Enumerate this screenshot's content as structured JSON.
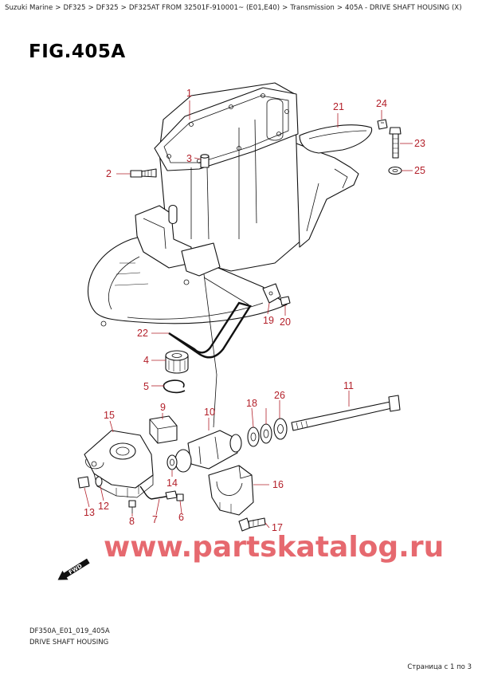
{
  "breadcrumb": [
    {
      "label": "Suzuki Marine"
    },
    {
      "label": "DF325"
    },
    {
      "label": "DF325"
    },
    {
      "label": "DF325AT FROM 32501F-910001~  (E01,E40)"
    },
    {
      "label": "Transmission"
    },
    {
      "label": "405A - DRIVE SHAFT HOUSING (X)"
    }
  ],
  "breadcrumb_separator": ">",
  "figure": {
    "title": "FIG.405A"
  },
  "callouts": [
    "1",
    "2",
    "3",
    "4",
    "5",
    "6",
    "7",
    "8",
    "9",
    "10",
    "11",
    "12",
    "13",
    "14",
    "15",
    "16",
    "17",
    "18",
    "19",
    "20",
    "21",
    "22",
    "23",
    "24",
    "25",
    "26"
  ],
  "watermark": "www.partskatalog.ru",
  "fwd_label": "FWD",
  "footer": {
    "code": "DF350A_E01_019_405A",
    "name": "DRIVE SHAFT HOUSING"
  },
  "pager": "Страница с 1 по 3",
  "colors": {
    "callout": "#b3202a",
    "watermark": "#e0484f"
  }
}
